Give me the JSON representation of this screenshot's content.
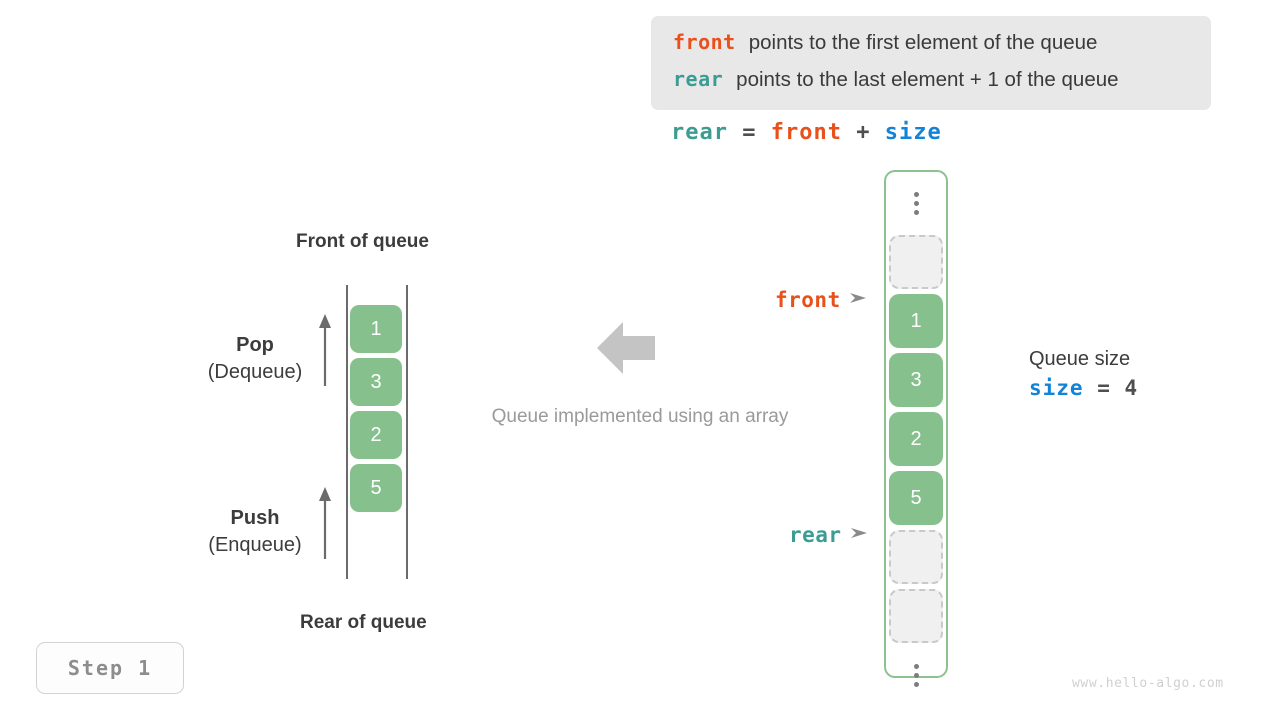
{
  "legend": {
    "lines": [
      {
        "keyword": "front",
        "keyword_color": "#e8511c",
        "text": "points to the first element of the queue"
      },
      {
        "keyword": "rear",
        "keyword_color": "#3b9c92",
        "text": "points to the last element + 1 of the queue"
      }
    ]
  },
  "formula": {
    "lhs": "rear",
    "eq": " = ",
    "rhs1": "front",
    "plus": " + ",
    "rhs2": "size"
  },
  "abstract_queue": {
    "top_label": "Front of queue",
    "bottom_label": "Rear of queue",
    "cells": [
      "1",
      "3",
      "2",
      "5"
    ],
    "pop": {
      "title": "Pop",
      "sub": "(Dequeue)",
      "arrow": "up-arrow-icon"
    },
    "push": {
      "title": "Push",
      "sub": "(Enqueue)",
      "arrow": "up-arrow-icon"
    }
  },
  "center": {
    "arrow": "left-block-arrow-icon",
    "caption": "Queue implemented using an array"
  },
  "array_queue": {
    "slots": [
      {
        "type": "dots",
        "value": ""
      },
      {
        "type": "empty",
        "value": ""
      },
      {
        "type": "filled",
        "value": "1"
      },
      {
        "type": "filled",
        "value": "3"
      },
      {
        "type": "filled",
        "value": "2"
      },
      {
        "type": "filled",
        "value": "5"
      },
      {
        "type": "empty",
        "value": ""
      },
      {
        "type": "empty",
        "value": ""
      },
      {
        "type": "dots",
        "value": ""
      }
    ],
    "front_pointer": "front",
    "rear_pointer": "rear"
  },
  "size_block": {
    "title": "Queue size",
    "var": "size",
    "expr": " = 4"
  },
  "step_badge": "Step 1",
  "watermark": "www.hello-algo.com",
  "colors": {
    "front": "#e8511c",
    "rear": "#3b9c92",
    "size": "#1283d6",
    "cell_green": "#86c08c",
    "container_green": "#8dc290",
    "legend_bg": "#e8e8e8",
    "muted": "#9a9a9a"
  }
}
